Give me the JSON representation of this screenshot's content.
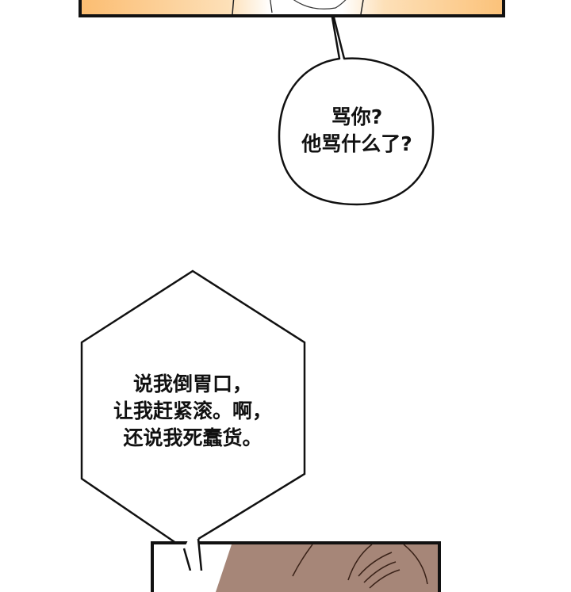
{
  "panels": {
    "top": {
      "gradient_colors": [
        "#fbbd72",
        "#ffffff",
        "#fbc27a"
      ]
    },
    "bottom": {
      "fill_color": "#a68678",
      "line_color": "#3a2218"
    }
  },
  "bubbles": [
    {
      "shape": "round",
      "lines": [
        "骂你?",
        "他骂什么了?"
      ]
    },
    {
      "shape": "hexagon",
      "lines": [
        "说我倒胃口，",
        "让我赶紧滚。啊，",
        "还说我死蠢货。"
      ]
    }
  ]
}
